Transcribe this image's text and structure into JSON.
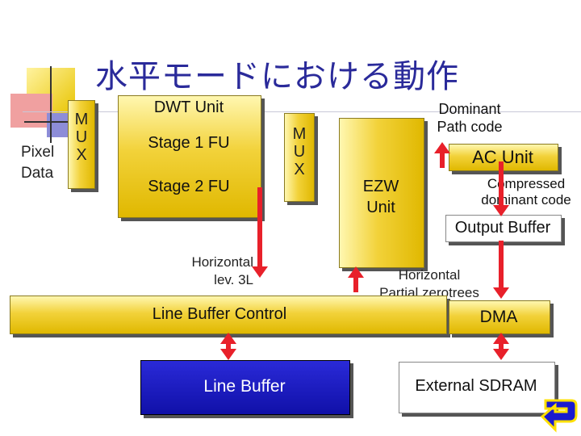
{
  "title": "水平モードにおける動作",
  "pixel_data": {
    "line1": "Pixel",
    "line2": "Data"
  },
  "mux_left": [
    "M",
    "U",
    "X"
  ],
  "mux_right": [
    "M",
    "U",
    "X"
  ],
  "dwt_unit": {
    "label": "DWT Unit",
    "stage1": "Stage 1 FU",
    "stage2": "Stage 2 FU"
  },
  "ezw_unit": {
    "line1": "EZW",
    "line2": "Unit"
  },
  "dominant_path": {
    "line1": "Dominant",
    "line2": "Path code"
  },
  "ac_unit": "AC Unit",
  "compressed": {
    "line1": "Compressed",
    "line2": "dominant code"
  },
  "output_buffer": "Output Buffer",
  "horizontal_lev": {
    "line1": "Horizontal",
    "line2": "lev. 3L"
  },
  "horizontal_partial": {
    "line1": "Horizontal",
    "line2": "Partial zerotrees"
  },
  "line_buffer_control": "Line Buffer Control",
  "dma": "DMA",
  "line_buffer": "Line Buffer",
  "external_sdram": "External SDRAM",
  "colors": {
    "gold": "#f2d23a",
    "arrow": "#e8202a",
    "blue": "#1a1ac0",
    "title": "#2a2a9a"
  }
}
